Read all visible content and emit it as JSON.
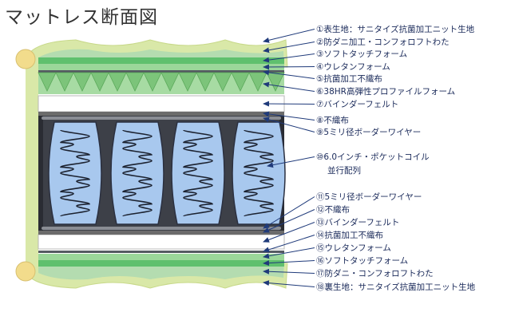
{
  "title": "マットレス断面図",
  "colors": {
    "outer_fabric": "#d9e8a8",
    "outer_edge": "#c8d98a",
    "comfort_wadding": "#b4dcb0",
    "soft_touch_foam": "#5fc06e",
    "urethane_foam": "#9bd79a",
    "hr_foam": "#a7dba3",
    "non_woven": "#6b6b6b",
    "binder_felt": "#ffffff",
    "coil_bg": "#3d4048",
    "pocket_fill": "#a8c8ee",
    "pocket_stroke": "#2b3040",
    "piping": "#f2dc8c",
    "arrow": "#1f3a7a"
  },
  "labels": [
    {
      "text": "①表生地：サニタイズ抗菌加工ニット生地"
    },
    {
      "text": "②防ダニ加工・コンフォロフトわた"
    },
    {
      "text": "③ソフトタッチフォーム"
    },
    {
      "text": "④ウレタンフォーム"
    },
    {
      "text": "⑤抗菌加工不織布"
    },
    {
      "text": "⑥38HR高弾性プロファイルフォーム"
    },
    {
      "text": "⑦バインダーフェルト"
    },
    {
      "text": "⑧不織布"
    },
    {
      "text": "⑨5ミリ径ボーダーワイヤー"
    },
    {
      "text": "⑩6.0インチ・ポケットコイル",
      "text2": "並行配列"
    },
    {
      "text": "⑪5ミリ径ボーダーワイヤー"
    },
    {
      "text": "⑫不織布"
    },
    {
      "text": "⑬バインダーフェルト"
    },
    {
      "text": "⑭抗菌加工不織布"
    },
    {
      "text": "⑮ウレタンフォーム"
    },
    {
      "text": "⑯ソフトタッチフォーム"
    },
    {
      "text": "⑰防ダニ・コンフォロフトわた"
    },
    {
      "text": "⑱裏生地：サニタイズ抗菌加工ニット生地"
    }
  ]
}
